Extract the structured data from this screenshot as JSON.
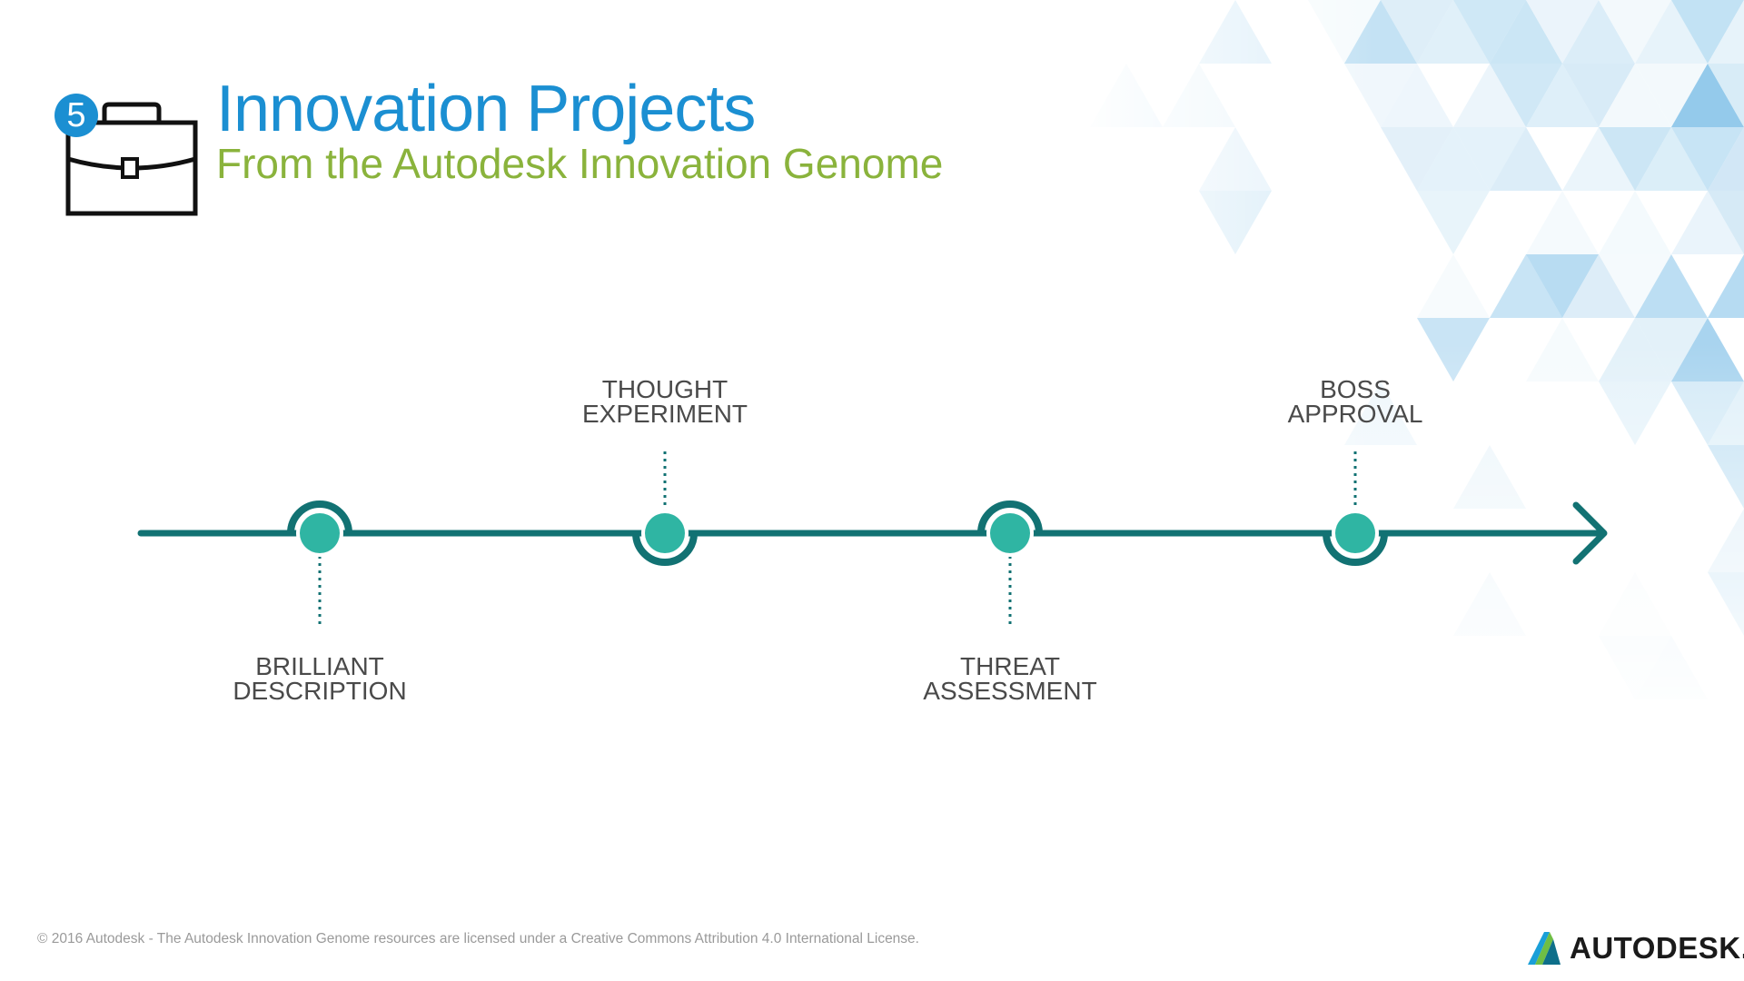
{
  "header": {
    "step_number": "5",
    "title": "Innovation Projects",
    "subtitle": "From the Autodesk Innovation Genome"
  },
  "timeline": {
    "stages": [
      {
        "line1": "BRILLIANT",
        "line2": "DESCRIPTION",
        "position": "below"
      },
      {
        "line1": "THOUGHT",
        "line2": "EXPERIMENT",
        "position": "above"
      },
      {
        "line1": "THREAT",
        "line2": "ASSESSMENT",
        "position": "below"
      },
      {
        "line1": "BOSS",
        "line2": "APPROVAL",
        "position": "above"
      }
    ],
    "line_color": "#127273",
    "node_color": "#2fb5a3"
  },
  "footer": {
    "copyright": "© 2016 Autodesk - The Autodesk Innovation Genome resources are licensed under a Creative Commons Attribution 4.0 International License."
  },
  "logo": {
    "text": "AUTODESK."
  },
  "icons": [
    "briefcase-icon",
    "autodesk-logo-icon"
  ]
}
